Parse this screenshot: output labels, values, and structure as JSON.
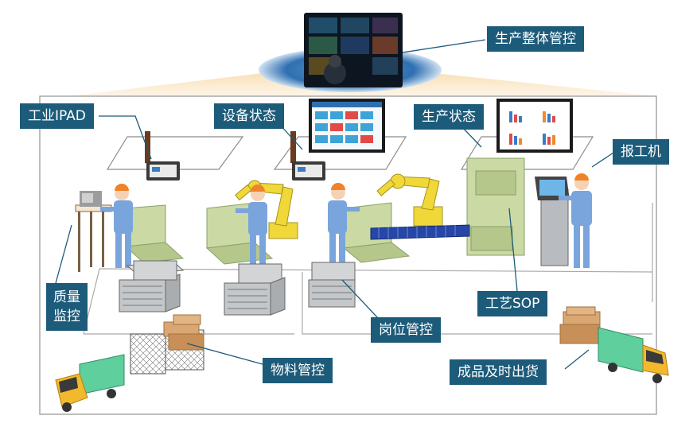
{
  "labels": {
    "overall": "生产整体管控",
    "ipad": "工业IPAD",
    "equipment": "设备状态",
    "production": "生产状态",
    "report": "报工机",
    "quality_line1": "质量",
    "quality_line2": "监控",
    "sop": "工艺SOP",
    "station": "岗位管控",
    "material": "物料管控",
    "shipping": "成品及时出货"
  },
  "colors": {
    "label_bg": "#1d5b7a",
    "label_text": "#ffffff",
    "worker_body": "#7aa5dc",
    "worker_helmet": "#f0832a",
    "machine_green": "#cbd9a4",
    "robot_yellow": "#efd838",
    "truck_body": "#5fcf9d",
    "truck_cab": "#f3b92c",
    "box": "#d9a774",
    "cart": "#c4c7c9",
    "conveyor": "#2747a8",
    "dome": "#3a7ebf"
  }
}
